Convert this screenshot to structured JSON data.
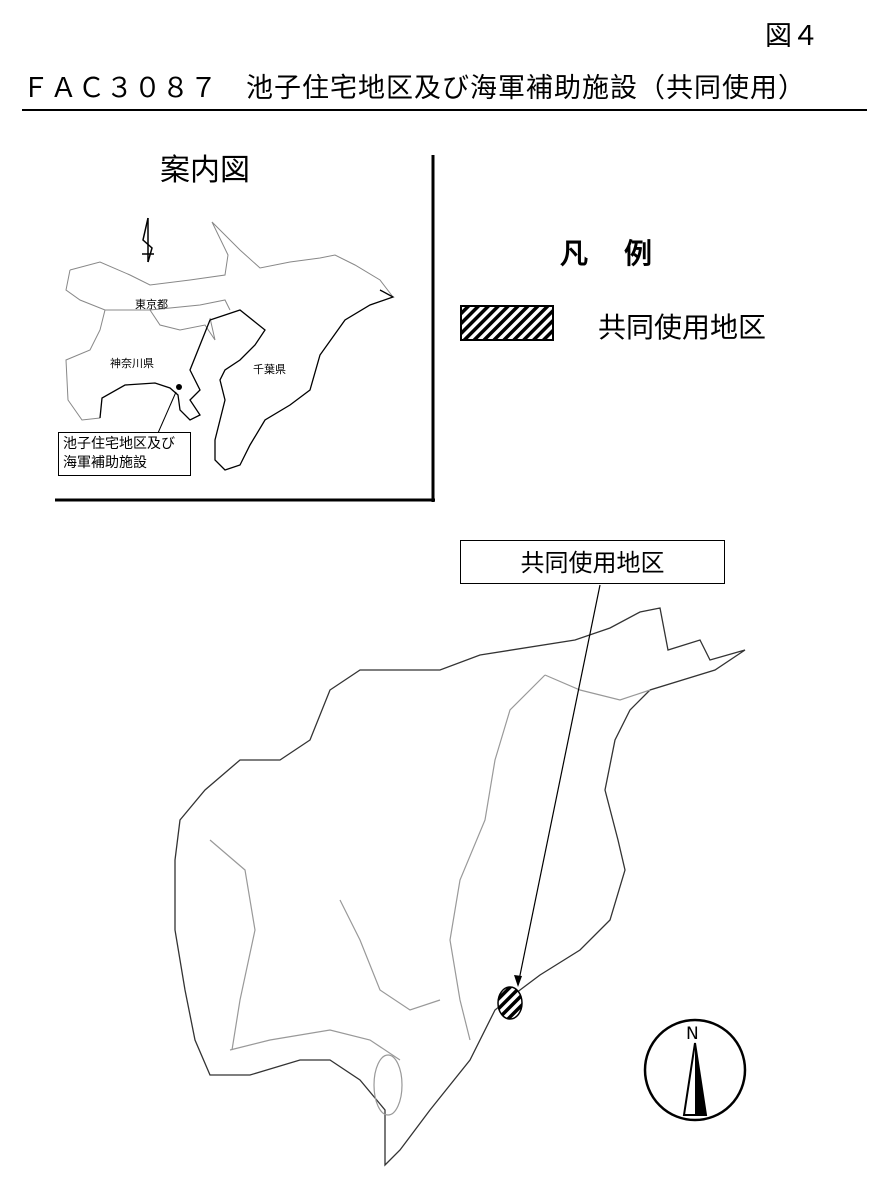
{
  "figure_number": "図４",
  "title": "ＦＡＣ３０８７　池子住宅地区及び海軍補助施設（共同使用）",
  "inset": {
    "title": "案内図",
    "labels": {
      "tokyo": "東京都",
      "kanagawa": "神奈川県",
      "chiba": "千葉県"
    },
    "callout_line1": "池子住宅地区及び",
    "callout_line2": "海軍補助施設"
  },
  "legend": {
    "title": "凡例",
    "items": [
      {
        "label": "共同使用地区",
        "pattern": "diagonal-hatch"
      }
    ]
  },
  "main_map": {
    "callout": "共同使用地区",
    "compass_label": "N"
  }
}
